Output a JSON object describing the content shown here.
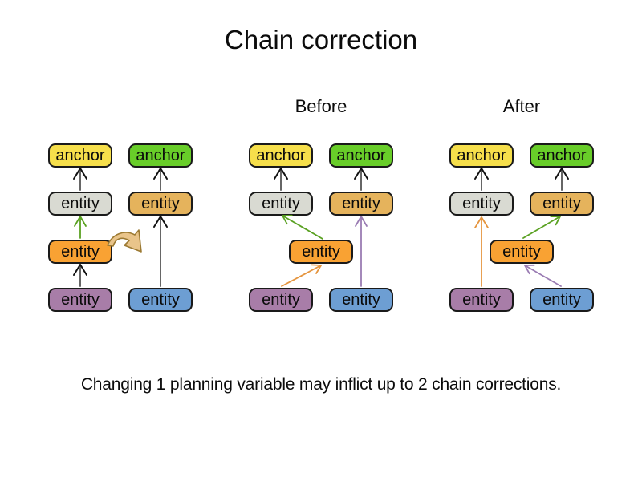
{
  "title": "Chain correction",
  "caption": "Changing 1 planning variable may inflict up to 2 chain corrections.",
  "groups": [
    {
      "header": "",
      "boxes": [
        {
          "label": "anchor",
          "color": "anchor_yellow"
        },
        {
          "label": "anchor",
          "color": "anchor_green"
        },
        {
          "label": "entity",
          "color": "entity_gray"
        },
        {
          "label": "entity",
          "color": "entity_tan"
        },
        {
          "label": "entity",
          "color": "entity_orange"
        },
        {
          "label": "entity",
          "color": "entity_purple"
        },
        {
          "label": "entity",
          "color": "entity_blue"
        }
      ],
      "arrows": [
        {
          "from": "entity_purple",
          "to": "entity_orange",
          "color": "chain_shaft"
        },
        {
          "from": "entity_orange",
          "to": "entity_gray",
          "color": "arrow_green"
        },
        {
          "from": "entity_gray",
          "to": "anchor_yellow",
          "color": "chain_shaft"
        },
        {
          "from": "entity_blue",
          "to": "entity_tan",
          "color": "chain_shaft"
        },
        {
          "from": "entity_tan",
          "to": "anchor_green",
          "color": "chain_shaft"
        },
        {
          "from": "entity_orange",
          "to": "right_chain",
          "color": "move_fill",
          "kind": "move"
        }
      ]
    },
    {
      "header": "Before",
      "boxes": [
        {
          "label": "anchor",
          "color": "anchor_yellow"
        },
        {
          "label": "anchor",
          "color": "anchor_green"
        },
        {
          "label": "entity",
          "color": "entity_gray"
        },
        {
          "label": "entity",
          "color": "entity_tan"
        },
        {
          "label": "entity",
          "color": "entity_orange"
        },
        {
          "label": "entity",
          "color": "entity_purple"
        },
        {
          "label": "entity",
          "color": "entity_blue"
        }
      ],
      "arrows": [
        {
          "from": "entity_gray",
          "to": "anchor_yellow",
          "color": "chain_shaft"
        },
        {
          "from": "entity_tan",
          "to": "anchor_green",
          "color": "chain_shaft"
        },
        {
          "from": "entity_orange",
          "to": "entity_gray",
          "color": "arrow_green"
        },
        {
          "from": "entity_purple",
          "to": "entity_orange",
          "color": "arrow_orange"
        },
        {
          "from": "entity_blue",
          "to": "entity_tan",
          "color": "arrow_purple"
        }
      ]
    },
    {
      "header": "After",
      "boxes": [
        {
          "label": "anchor",
          "color": "anchor_yellow"
        },
        {
          "label": "anchor",
          "color": "anchor_green"
        },
        {
          "label": "entity",
          "color": "entity_gray"
        },
        {
          "label": "entity",
          "color": "entity_tan"
        },
        {
          "label": "entity",
          "color": "entity_orange"
        },
        {
          "label": "entity",
          "color": "entity_purple"
        },
        {
          "label": "entity",
          "color": "entity_blue"
        }
      ],
      "arrows": [
        {
          "from": "entity_gray",
          "to": "anchor_yellow",
          "color": "chain_shaft"
        },
        {
          "from": "entity_tan",
          "to": "anchor_green",
          "color": "chain_shaft"
        },
        {
          "from": "entity_purple",
          "to": "entity_gray",
          "color": "arrow_orange"
        },
        {
          "from": "entity_orange",
          "to": "entity_tan",
          "color": "arrow_green"
        },
        {
          "from": "entity_blue",
          "to": "entity_orange",
          "color": "arrow_purple"
        }
      ]
    }
  ],
  "palette": {
    "anchor_yellow": "#f6df4b",
    "anchor_green": "#68cd29",
    "entity_gray": "#d9dad2",
    "entity_tan": "#e5b35c",
    "entity_orange": "#f9a233",
    "entity_purple": "#a87da8",
    "entity_blue": "#6d9ed3",
    "box_border": "#1a1a1a",
    "chain_shaft": "#666666",
    "chain_head": "#111111",
    "arrow_green": "#5aa122",
    "arrow_orange": "#e5953f",
    "arrow_purple": "#9a7cb3",
    "move_fill": "#e9c48a",
    "move_stroke": "#9c7a33"
  }
}
